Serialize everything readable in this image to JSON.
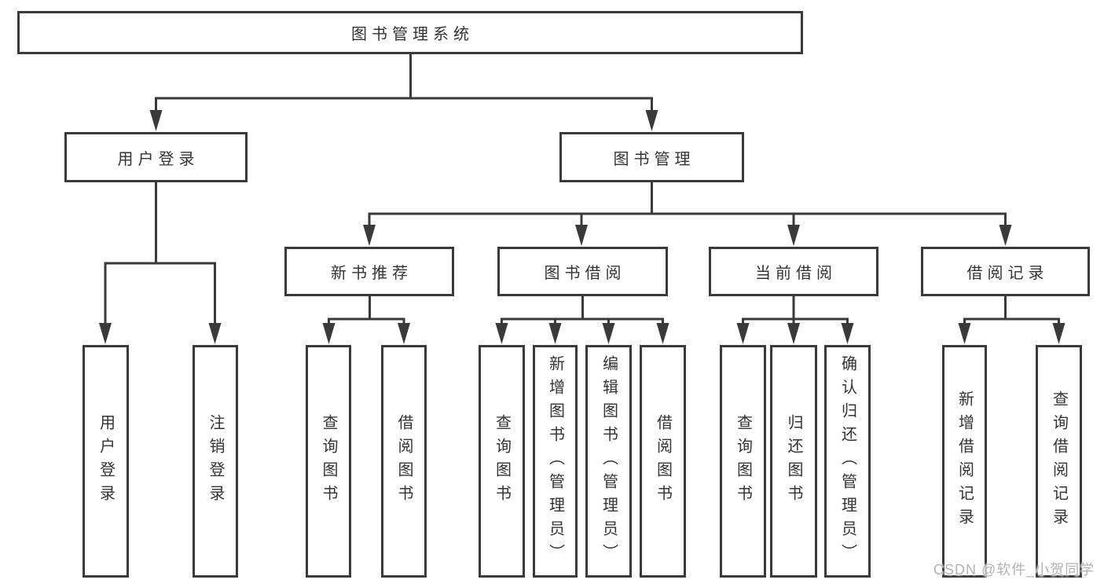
{
  "diagram": {
    "type": "tree",
    "root": {
      "label": "图书管理系统"
    },
    "branches": [
      {
        "label": "用户登录",
        "children": [
          {
            "label": "用户登录"
          },
          {
            "label": "注销登录"
          }
        ]
      },
      {
        "label": "图书管理",
        "children": [
          {
            "label": "新书推荐",
            "children": [
              {
                "label": "查询图书"
              },
              {
                "label": "借阅图书"
              }
            ]
          },
          {
            "label": "图书借阅",
            "children": [
              {
                "label": "查询图书"
              },
              {
                "label": "新增图书（管理员）"
              },
              {
                "label": "编辑图书（管理员）"
              },
              {
                "label": "借阅图书"
              }
            ]
          },
          {
            "label": "当前借阅",
            "children": [
              {
                "label": "查询图书"
              },
              {
                "label": "归还图书"
              },
              {
                "label": "确认归还（管理员）"
              }
            ]
          },
          {
            "label": "借阅记录",
            "children": [
              {
                "label": "新增借阅记录"
              },
              {
                "label": "查询借阅记录"
              }
            ]
          }
        ]
      }
    ]
  },
  "watermark": "CSDN @软件_小贺同学",
  "colors": {
    "line": "#3a3a3a",
    "text": "#333333",
    "watermark": "#b3b3b3",
    "background": "#ffffff"
  }
}
